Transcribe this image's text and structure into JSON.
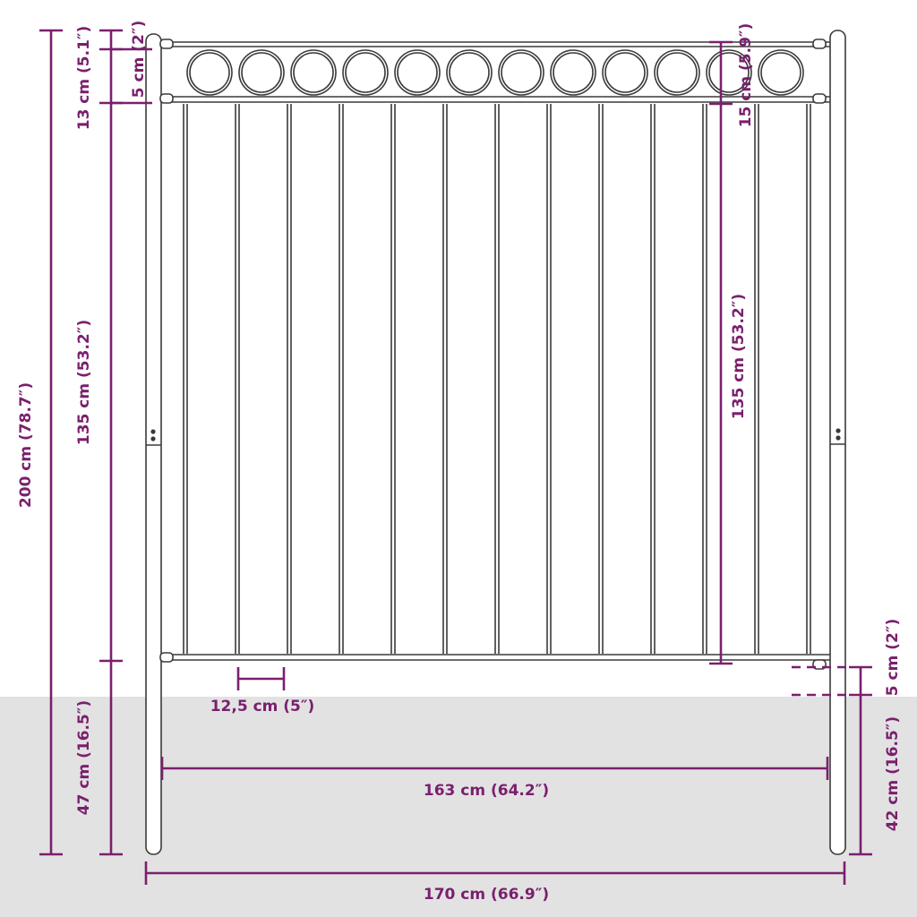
{
  "colors": {
    "dimension": "#7a1f6e",
    "fence": "#3a3a3a",
    "ground": "#e2e2e2",
    "background": "#ffffff"
  },
  "labels": {
    "total_height": "200 cm (78.7″)",
    "top_band": "13 cm (5.1″)",
    "top_rail": "5 cm (2″)",
    "panel_height_left": "135 cm (53.2″)",
    "ground_depth_left": "47 cm (16.5″)",
    "top_band_right": "15 cm (5.9″)",
    "panel_height_right": "135 cm (53.2″)",
    "bottom_rail_right": "5 cm (2″)",
    "ground_depth_right": "42 cm (16.5″)",
    "bar_spacing": "12,5 cm (5″)",
    "inner_width": "163 cm (64.2″)",
    "total_width": "170 cm (66.9″)"
  }
}
